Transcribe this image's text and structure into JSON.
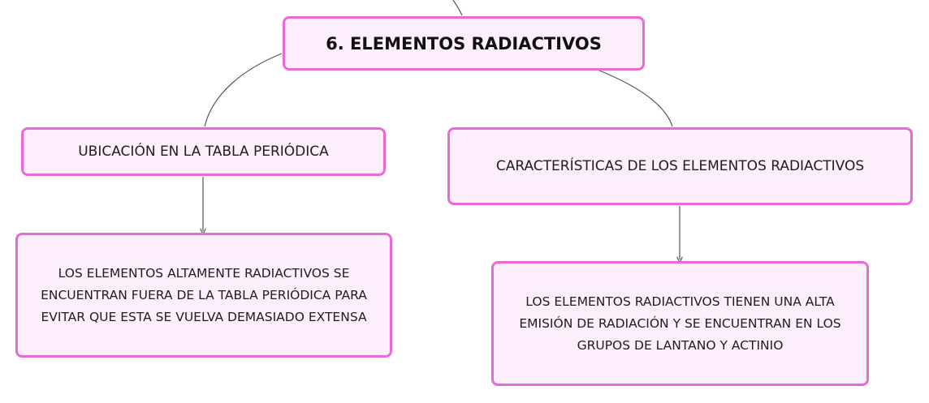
{
  "colors": {
    "node_border": "#e86ad6",
    "node_fill": "#fceefa",
    "connector": "#555555"
  },
  "map": {
    "root": {
      "label": "6. ELEMENTOS RADIACTIVOS"
    },
    "branches": [
      {
        "label": "UBICACIÓN EN LA TABLA PERIÓDICA",
        "detail": "LOS ELEMENTOS ALTAMENTE RADIACTIVOS SE ENCUENTRAN FUERA DE LA TABLA PERIÓDICA PARA EVITAR QUE ESTA SE VUELVA DEMASIADO EXTENSA"
      },
      {
        "label": "CARACTERÍSTICAS DE LOS ELEMENTOS RADIACTIVOS",
        "detail": "LOS ELEMENTOS RADIACTIVOS TIENEN UNA ALTA EMISIÓN DE RADIACIÓN Y SE ENCUENTRAN EN LOS GRUPOS DE LANTANO Y ACTINIO"
      }
    ]
  }
}
